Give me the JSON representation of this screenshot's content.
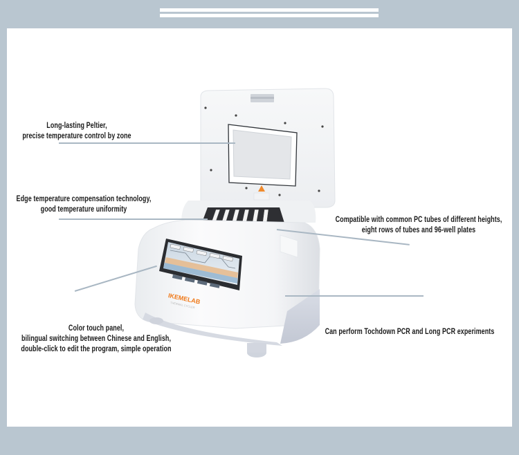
{
  "header": {
    "decoration": "double-line-bar"
  },
  "colors": {
    "background": "#b9c6d0",
    "panel": "#ffffff",
    "callout_line": "#a9b7c3",
    "text": "#1a1a1a",
    "brand_orange": "#f07a1a",
    "brand_red": "#e0401c"
  },
  "product": {
    "name": "PCR thermal cycler",
    "brand_logo_text": "IKEMELAB"
  },
  "callouts": [
    {
      "id": "peltier",
      "lines": [
        "Long-lasting Peltier,",
        "precise temperature control by zone"
      ]
    },
    {
      "id": "edge-compensation",
      "lines": [
        "Edge temperature compensation technology,",
        "good temperature uniformity"
      ]
    },
    {
      "id": "tube-compatibility",
      "lines": [
        "Compatible with common PC tubes of different heights,",
        "eight rows of tubes and 96-well plates"
      ]
    },
    {
      "id": "touch-panel",
      "lines": [
        "Color touch panel,",
        "bilingual switching between Chinese and English,",
        "double-click to edit the program, simple operation"
      ]
    },
    {
      "id": "pcr-modes",
      "lines": [
        "Can perform Tochdown PCR and Long PCR experiments"
      ]
    }
  ]
}
